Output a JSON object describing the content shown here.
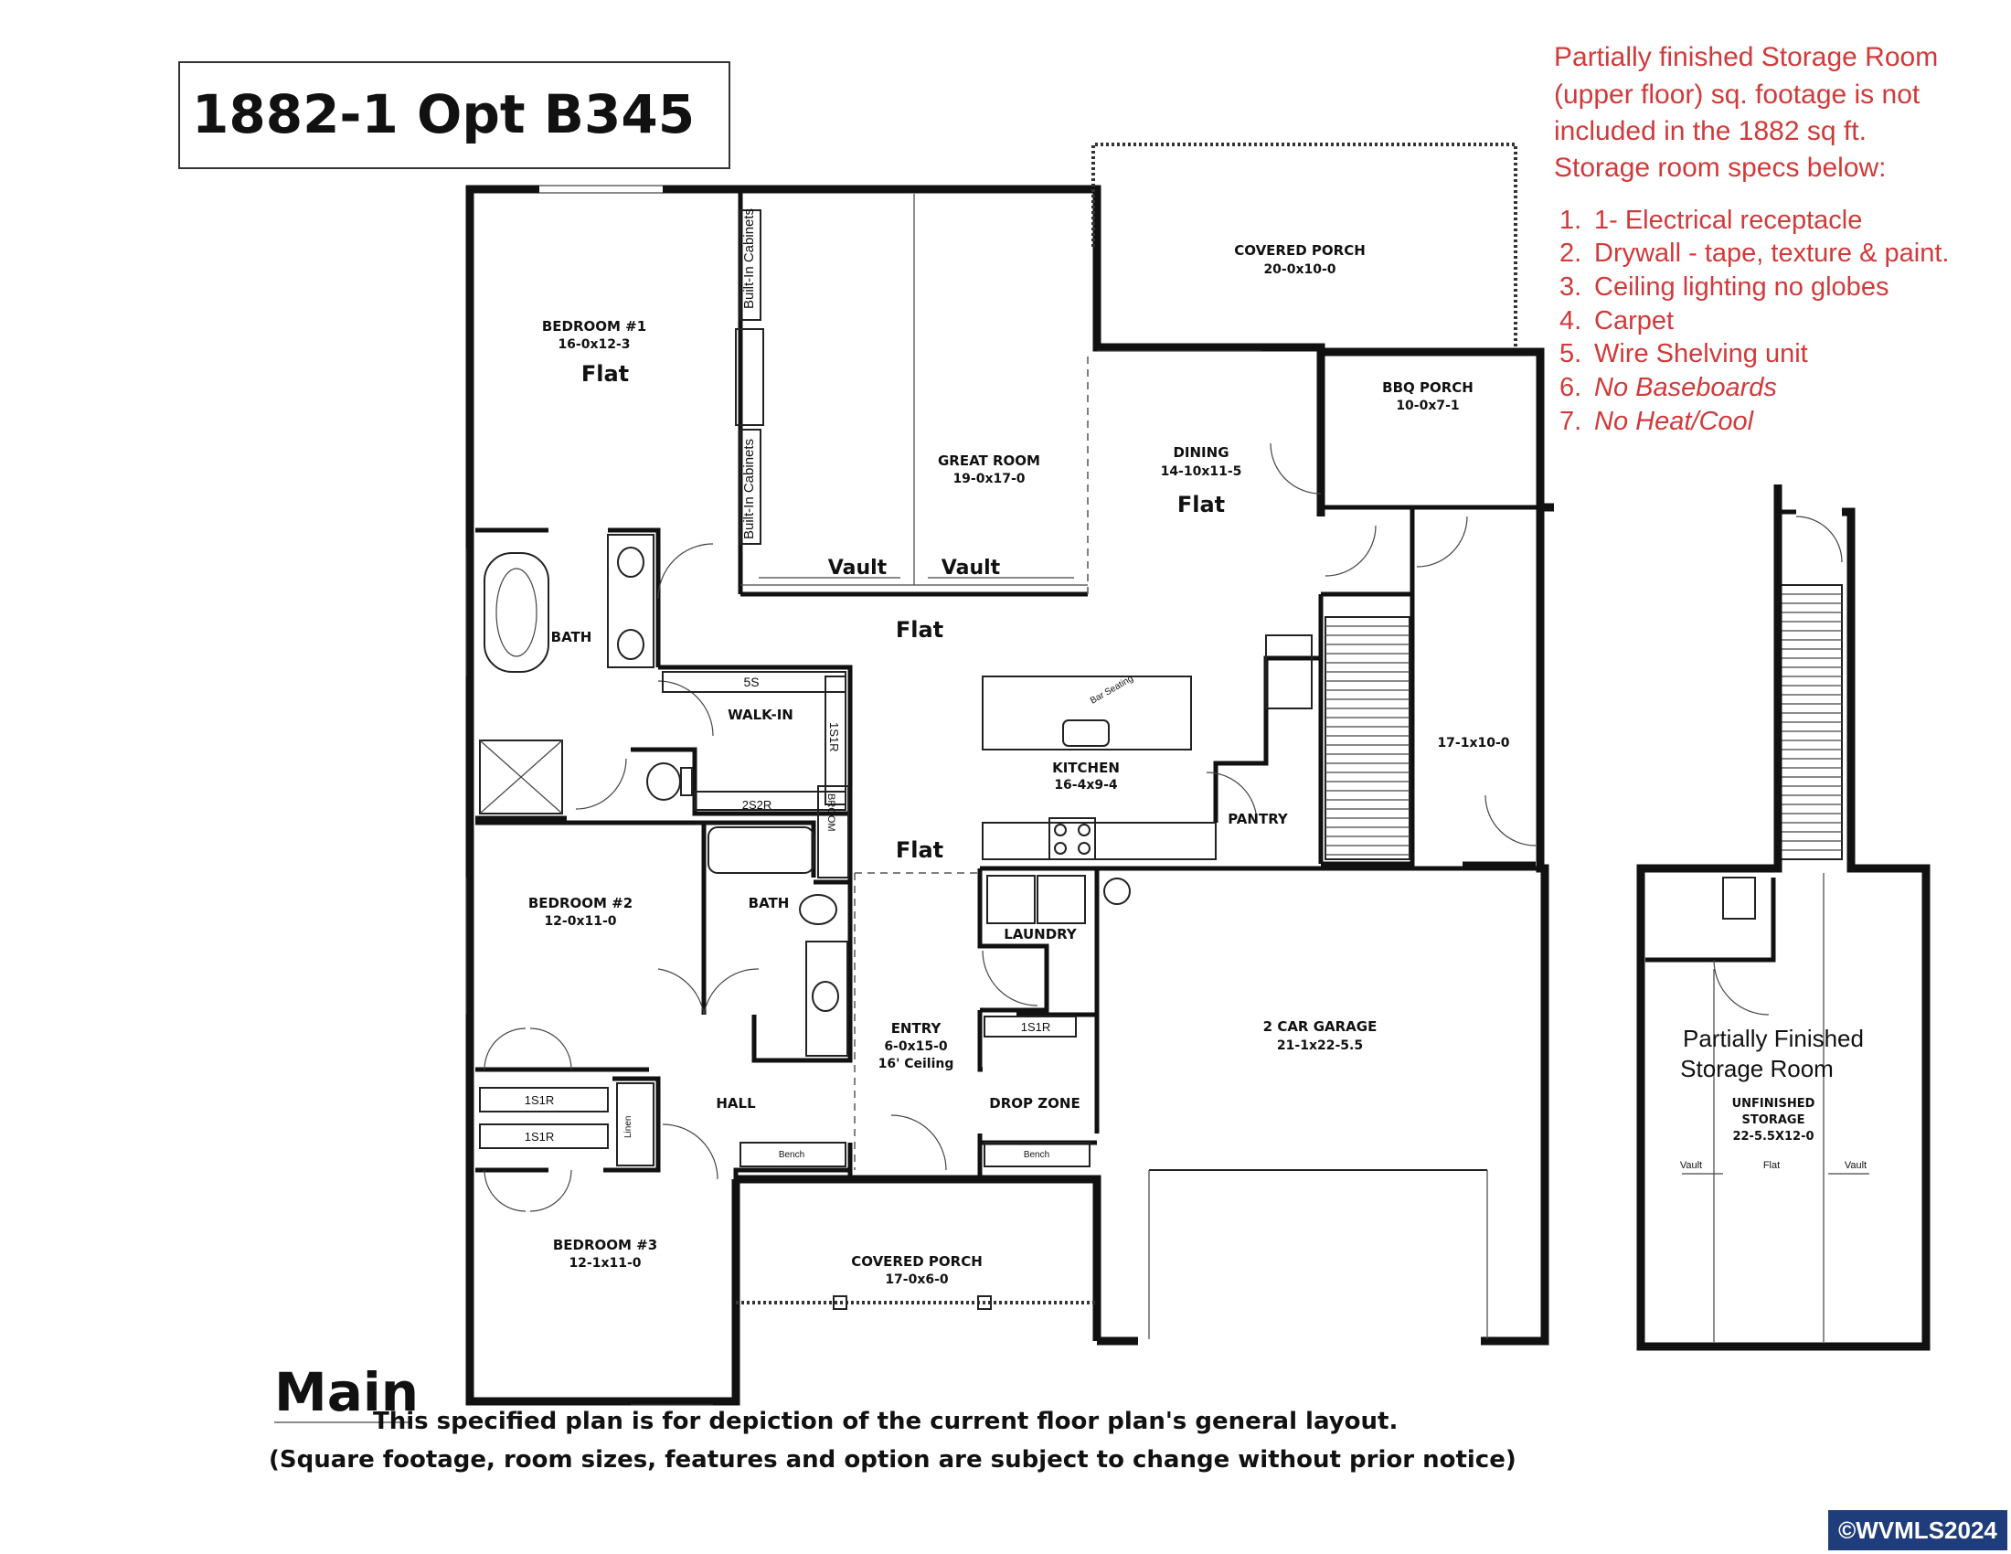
{
  "title": "1882-1 Opt B345",
  "notes": {
    "heading": [
      "Partially finished Storage Room",
      "(upper floor) sq. footage is not",
      "included in the 1882 sq ft.",
      "Storage room specs below:"
    ],
    "items": [
      {
        "num": "1.",
        "text": "1- Electrical receptacle",
        "italic": false
      },
      {
        "num": "2.",
        "text": "Drywall - tape, texture & paint.",
        "italic": false
      },
      {
        "num": "3.",
        "text": "Ceiling lighting no globes",
        "italic": false
      },
      {
        "num": "4.",
        "text": "Carpet",
        "italic": false
      },
      {
        "num": "5.",
        "text": "Wire Shelving unit",
        "italic": false
      },
      {
        "num": "6.",
        "text": "No Baseboards",
        "italic": true
      },
      {
        "num": "7.",
        "text": "No Heat/Cool",
        "italic": true
      }
    ]
  },
  "rooms": {
    "bedroom1": {
      "name": "BEDROOM #1",
      "size": "16-0x12-3",
      "ceiling": "Flat"
    },
    "great_room": {
      "name": "GREAT ROOM",
      "size": "19-0x17-0"
    },
    "covered_porch_rear": {
      "name": "COVERED PORCH",
      "size": "20-0x10-0"
    },
    "bbq_porch": {
      "name": "BBQ PORCH",
      "size": "10-0x7-1"
    },
    "dining": {
      "name": "DINING",
      "size": "14-10x11-5",
      "ceiling": "Flat"
    },
    "bath_master": {
      "name": "BATH"
    },
    "walk_in": {
      "name": "WALK-IN"
    },
    "kitchen": {
      "name": "KITCHEN",
      "size": "16-4x9-4"
    },
    "pantry": {
      "name": "PANTRY"
    },
    "stair_room": {
      "size": "17-1x10-0"
    },
    "bedroom2": {
      "name": "BEDROOM #2",
      "size": "12-0x11-0"
    },
    "bath2": {
      "name": "BATH"
    },
    "laundry": {
      "name": "LAUNDRY"
    },
    "entry": {
      "name": "ENTRY",
      "size": "6-0x15-0",
      "ceiling": "16' Ceiling"
    },
    "hall": {
      "name": "HALL"
    },
    "drop_zone": {
      "name": "DROP ZONE"
    },
    "garage": {
      "name": "2 CAR GARAGE",
      "size": "21-1x22-5.5"
    },
    "bedroom3": {
      "name": "BEDROOM #3",
      "size": "12-1x11-0"
    },
    "covered_porch_front": {
      "name": "COVERED PORCH",
      "size": "17-0x6-0"
    },
    "storage": {
      "label": [
        "Partially Finished",
        "Storage Room"
      ],
      "name": [
        "UNFINISHED",
        "STORAGE"
      ],
      "size": "22-5.5X12-0",
      "vault_left": "Vault",
      "flat": "Flat",
      "vault_right": "Vault"
    }
  },
  "annotations": {
    "built_in_1": "Built-In Cabinets",
    "built_in_2": "Built-In Cabinets",
    "vault_left": "Vault",
    "vault_right": "Vault",
    "flat_great": "Flat",
    "flat_hall": "Flat",
    "shelf_5s": "5S",
    "shelf_1s1r_walkin": "1S1R",
    "shelf_2s2r": "2S2R",
    "broom": "BROOM",
    "shelf_1s1r_drop": "1S1R",
    "closet_1s1r_a": "1S1R",
    "closet_1s1r_b": "1S1R",
    "linen": "Linen",
    "bench_a": "Bench",
    "bench_b": "Bench",
    "bar_seating": "Bar Seating"
  },
  "footer": {
    "floor": "Main",
    "line1": "This specified plan is for depiction of the current floor plan's general layout.",
    "line2": "(Square footage, room sizes, features and option are subject to change without prior notice)"
  },
  "watermark": "©WVMLS2024",
  "colors": {
    "notes": "#d03a3a",
    "watermark_bg": "#1f3d7a",
    "ink": "#111111"
  }
}
